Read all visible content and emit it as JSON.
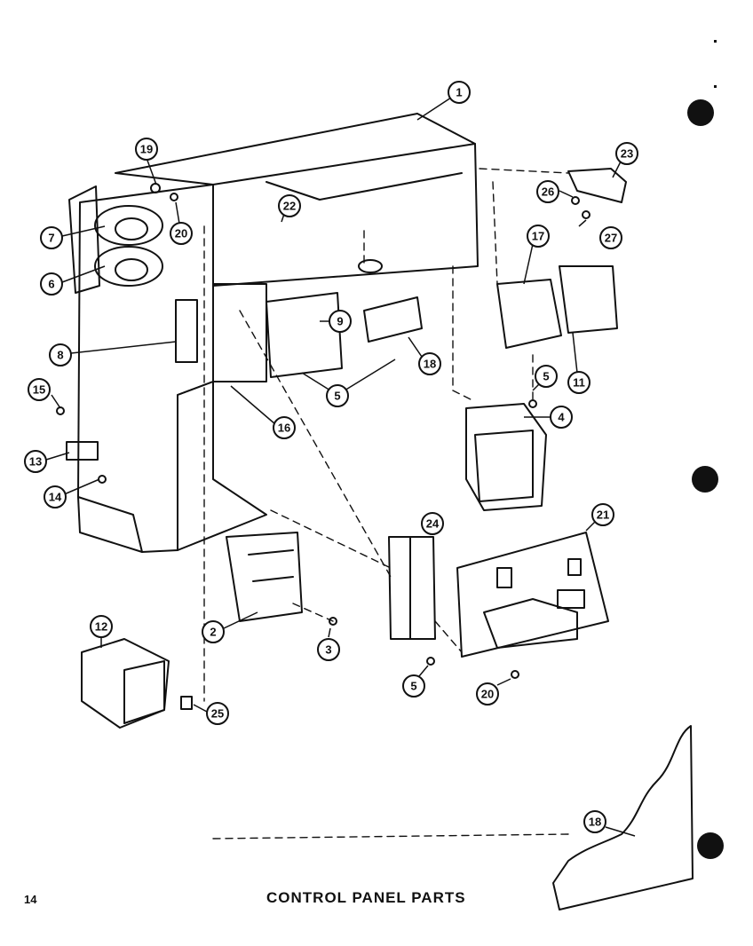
{
  "page": {
    "number": "14",
    "title": "CONTROL PANEL PARTS"
  },
  "colors": {
    "ink": "#111111",
    "paper": "#ffffff"
  },
  "callouts": [
    {
      "id": "c1",
      "label": "1"
    },
    {
      "id": "c19a",
      "label": "19"
    },
    {
      "id": "c20a",
      "label": "20"
    },
    {
      "id": "c7",
      "label": "7"
    },
    {
      "id": "c6",
      "label": "6"
    },
    {
      "id": "c22",
      "label": "22"
    },
    {
      "id": "c23",
      "label": "23"
    },
    {
      "id": "c26",
      "label": "26"
    },
    {
      "id": "c27",
      "label": "27"
    },
    {
      "id": "c17",
      "label": "17"
    },
    {
      "id": "c9",
      "label": "9"
    },
    {
      "id": "c18a",
      "label": "18"
    },
    {
      "id": "c8",
      "label": "8"
    },
    {
      "id": "c5a",
      "label": "5"
    },
    {
      "id": "c5b",
      "label": "5"
    },
    {
      "id": "c11",
      "label": "11"
    },
    {
      "id": "c15",
      "label": "15"
    },
    {
      "id": "c16",
      "label": "16"
    },
    {
      "id": "c4",
      "label": "4"
    },
    {
      "id": "c13",
      "label": "13"
    },
    {
      "id": "c14",
      "label": "14"
    },
    {
      "id": "c24",
      "label": "24"
    },
    {
      "id": "c21",
      "label": "21"
    },
    {
      "id": "c12",
      "label": "12"
    },
    {
      "id": "c2",
      "label": "2"
    },
    {
      "id": "c3",
      "label": "3"
    },
    {
      "id": "c5c",
      "label": "5"
    },
    {
      "id": "c20b",
      "label": "20"
    },
    {
      "id": "c25",
      "label": "25"
    },
    {
      "id": "c18b",
      "label": "18"
    }
  ]
}
